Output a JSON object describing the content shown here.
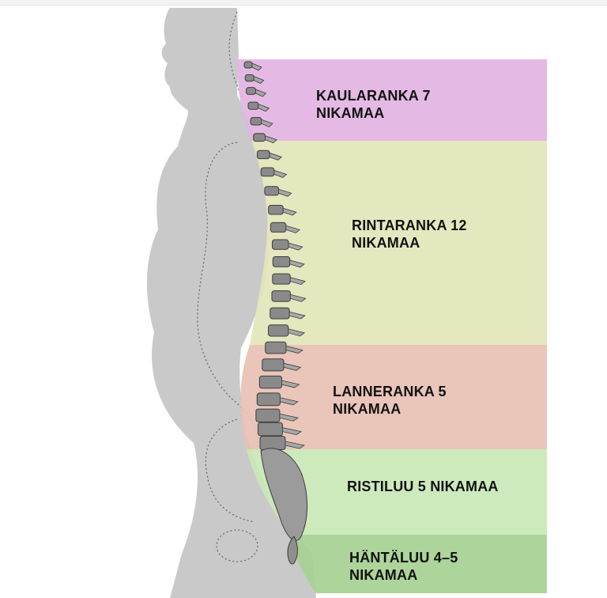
{
  "regions": [
    {
      "id": "cervical",
      "label": "KAULARANKA 7\nNIKAMAA",
      "color": "#e2b4e3"
    },
    {
      "id": "thoracic",
      "label": "RINTARANKA 12\nNIKAMAA",
      "color": "#e3e6b8"
    },
    {
      "id": "lumbar",
      "label": "LANNERANKA 5\nNIKAMAA",
      "color": "#e8c0b4"
    },
    {
      "id": "sacrum",
      "label": "RISTILUU 5 NIKAMAA",
      "color": "#c9e8b6"
    },
    {
      "id": "coccyx",
      "label": "HÄNTÄLUU  4–5\nNIKAMAA",
      "color": "#a6d192"
    }
  ],
  "colors": {
    "silhouette": "#c9c9c9",
    "outline": "#6a6a6a",
    "bone": "#8a8a8a",
    "bone_dark": "#3c3c3c"
  }
}
